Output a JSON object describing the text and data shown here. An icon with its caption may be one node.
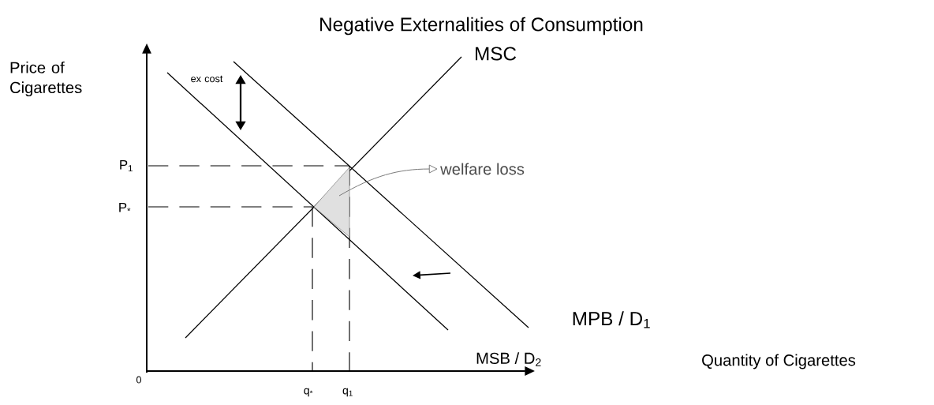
{
  "diagram": {
    "title": "Negative Externalities of Consumption",
    "nodes": [
      {
        "text": [
          "welfare loss"
        ]
      },
      {
        "text": [],
        "shape": "triangle"
      }
    ],
    "edges": [
      {
        "from": 1,
        "to": 0,
        "arrow": "to",
        "color": "#777777"
      }
    ],
    "labels": [
      "Price of Cigarettes",
      "ex cost",
      "MSC",
      "P$_{1}$",
      "P$_{*}$",
      "MPB / D$_{1}$",
      "MSB / D$_{2}$",
      "0",
      "q$_{*}$",
      "q$_{1}$",
      "Quantity of Cigarettes"
    ]
  }
}
